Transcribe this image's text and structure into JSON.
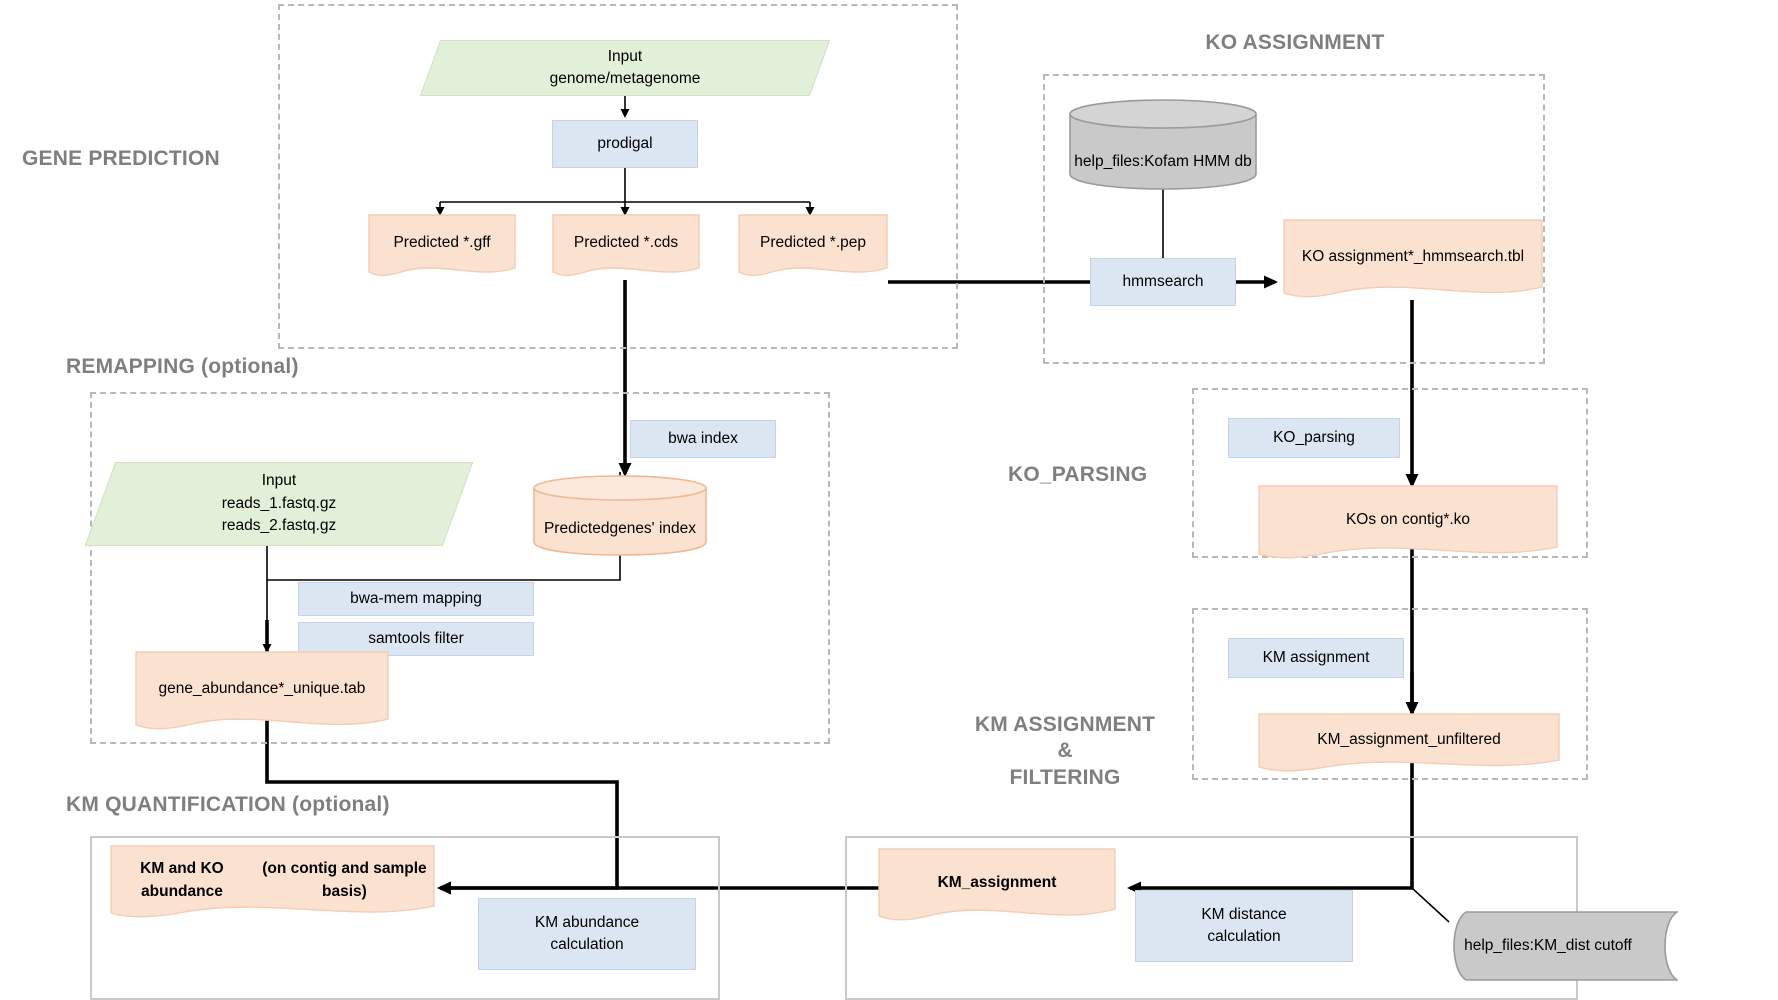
{
  "diagram": {
    "title": "Gene prediction / KO assignment / KM quantification workflow",
    "colors": {
      "input_green": "#e2efd9",
      "process_blue": "#dce6f2",
      "document_peach": "#fae1d0",
      "database_gray": "#c9c9c9",
      "section_label_gray": "#7f7f7f",
      "group_border_gray": "#b8b8b8",
      "connector_black": "#000000"
    }
  },
  "sections": [
    {
      "id": "gene-prediction",
      "label": "GENE PREDICTION"
    },
    {
      "id": "ko-assignment",
      "label": "KO ASSIGNMENT"
    },
    {
      "id": "remapping",
      "label": "REMAPPING (optional)"
    },
    {
      "id": "ko-parsing",
      "label": "KO_PARSING"
    },
    {
      "id": "km-assignment",
      "label": "KM ASSIGNMENT\n&\nFILTERING"
    },
    {
      "id": "km-quantification",
      "label": "KM QUANTIFICATION (optional)"
    }
  ],
  "nodes": {
    "input_genome": {
      "line1": "Input",
      "line2": "genome/metagenome",
      "shape": "input-parallelogram"
    },
    "prodigal": {
      "label": "prodigal",
      "shape": "process"
    },
    "predicted_gff": {
      "label": "Predicted *.gff",
      "shape": "document"
    },
    "predicted_cds": {
      "label": "Predicted *.cds",
      "shape": "document"
    },
    "predicted_pep": {
      "label": "Predicted *.pep",
      "shape": "document"
    },
    "kofam_db": {
      "line1": "help_files:",
      "line2": "Kofam HMM db",
      "shape": "database-cylinder"
    },
    "hmmsearch": {
      "label": "hmmsearch",
      "shape": "process"
    },
    "ko_assignment_tbl": {
      "line1": "KO assignment",
      "line2": "*_hmmsearch.tbl",
      "shape": "document"
    },
    "bwa_index": {
      "label": "bwa index",
      "shape": "process"
    },
    "input_reads": {
      "line1": "Input",
      "line2": "reads_1.fastq.gz",
      "line3": "reads_2.fastq.gz",
      "shape": "input-parallelogram"
    },
    "predicted_genes_index": {
      "line1": "Predicted",
      "line2": "genes' index",
      "shape": "database-cylinder"
    },
    "bwa_mem_mapping": {
      "label": "bwa-mem mapping",
      "shape": "process"
    },
    "samtools_filter": {
      "label": "samtools filter",
      "shape": "process"
    },
    "gene_abundance": {
      "line1": "gene_abundance",
      "line2": "*_unique.tab",
      "shape": "document"
    },
    "ko_parsing": {
      "label": "KO_parsing",
      "shape": "process"
    },
    "kos_on_contig": {
      "line1": "KOs on contig",
      "line2": "*.ko",
      "shape": "document"
    },
    "km_assignment_proc": {
      "label": "KM assignment",
      "shape": "process"
    },
    "km_assignment_unfiltered": {
      "label": "KM_assignment_unfiltered",
      "shape": "document"
    },
    "km_ko_abundance": {
      "line1": "KM and KO abundance",
      "line2": "(on contig and sample basis)",
      "shape": "document",
      "bold": true
    },
    "km_abundance_calc": {
      "line1": "KM abundance",
      "line2": "calculation",
      "shape": "process"
    },
    "km_assignment_out": {
      "label": "KM_assignment",
      "shape": "document",
      "bold": true
    },
    "km_distance_calc": {
      "line1": "KM distance",
      "line2": "calculation",
      "shape": "process"
    },
    "km_dist_cutoff": {
      "line1": "help_files:",
      "line2": "KM_dist cutoff",
      "shape": "stored-data"
    }
  }
}
